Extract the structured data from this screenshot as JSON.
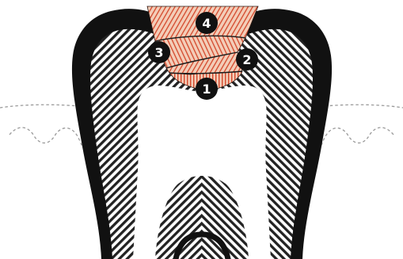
{
  "colors": {
    "enamel": "#111111",
    "dentin_hatch": "#222222",
    "filling_fill": "#f3cdb8",
    "filling_hatch": "#d4472a",
    "gum_line": "#9a9a9a",
    "background": "#ffffff",
    "badge": "#111111",
    "badge_text": "#ffffff"
  },
  "layers": [
    {
      "label": "1"
    },
    {
      "label": "2"
    },
    {
      "label": "3"
    },
    {
      "label": "4"
    }
  ]
}
